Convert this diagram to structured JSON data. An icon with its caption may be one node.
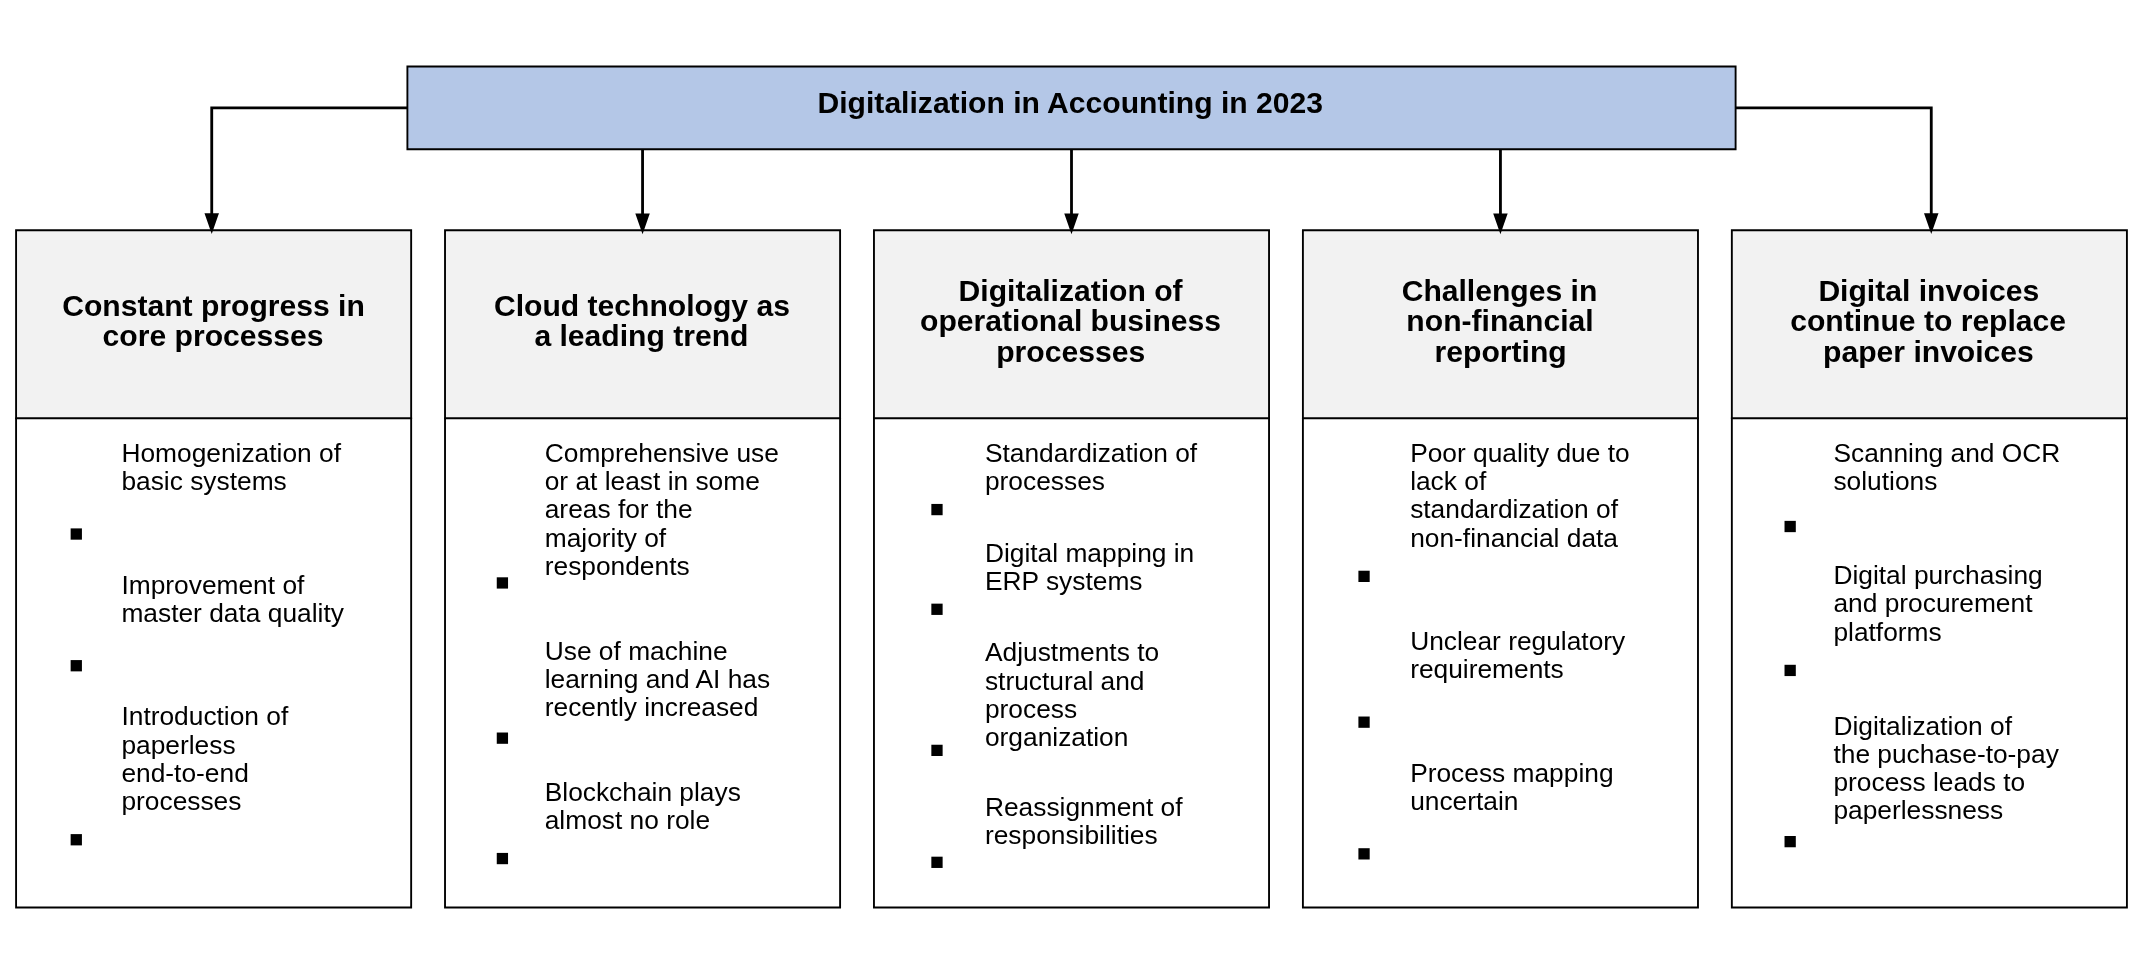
{
  "diagram": {
    "nodes": [
      {
        "text": [
          "Digitalization in Accounting in 2023"
        ]
      },
      {
        "text": [
          "Constant progress in core processes",
          "Homogenization of basic systems",
          "Improvement of master data quality",
          "Introduction of paperless end-to-end processes"
        ]
      },
      {
        "text": [
          "Cloud technology as a leading trend",
          "Comprehensive use or at least in some areas for the majority of respondents",
          "Use of machine learning and AI has recently increased",
          "Blockchain plays almost no role"
        ]
      },
      {
        "text": [
          "Digitalization of operational business processes",
          "Standardization of processes",
          "Digital mapping in ERP systems",
          "Adjustments to structural and process organization",
          "Reassignment of responsibilities"
        ]
      },
      {
        "text": [
          "Challenges in non-financial reporting",
          "Poor quality due to lack of standardization of non-financial data",
          "Unclear regulatory requirements",
          "Process mapping uncertain"
        ]
      },
      {
        "text": [
          "Digital invoices continue to replace paper invoices",
          "Scanning and OCR solutions",
          "Digital purchasing and procurement platforms",
          "Digitalization of the puchase-to-pay process leads to paperlessness"
        ]
      }
    ],
    "edges": [
      {
        "from": 0,
        "to": 1,
        "arrow": "to"
      },
      {
        "from": 0,
        "to": 2,
        "arrow": "to"
      },
      {
        "from": 0,
        "to": 3,
        "arrow": "to"
      },
      {
        "from": 0,
        "to": 4,
        "arrow": "to"
      },
      {
        "from": 0,
        "to": 5,
        "arrow": "to"
      }
    ]
  }
}
